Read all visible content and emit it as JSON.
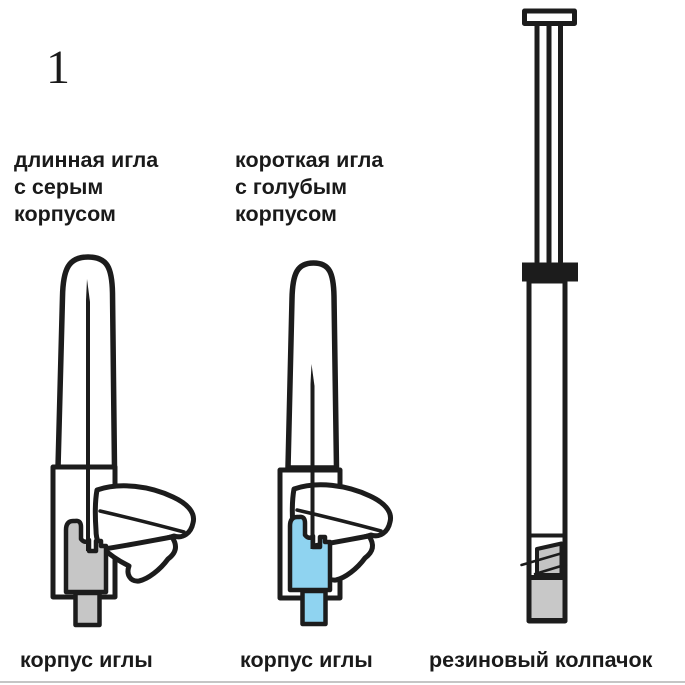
{
  "annotations": {
    "step_number": "1",
    "needle_long_label": [
      "длинная игла",
      "с серым",
      "корпусом"
    ],
    "needle_short_label": [
      "короткая игла",
      "с голубым",
      "корпусом"
    ],
    "captions": {
      "needle_long": "корпус иглы",
      "needle_short": "корпус иглы",
      "syringe": "резиновый колпачок"
    }
  },
  "figures": {
    "long_needle": "long needle with gray hub in cap, peeled wrapper",
    "short_needle": "short needle with blue hub in cap, peeled wrapper",
    "syringe": "syringe with plunger, black stopper and rubber cap on tip"
  },
  "colors": {
    "outline": "#1c1c1c",
    "figure_fill": "#ffffff",
    "gray_hub": "#c6c6c6",
    "blue_hub": "#8fd3f0",
    "rubber_gray": "#c8c8c8",
    "tip_gray": "#c4c4c4",
    "text": "#1a1a1a",
    "hairline": "#c5c5c5"
  }
}
